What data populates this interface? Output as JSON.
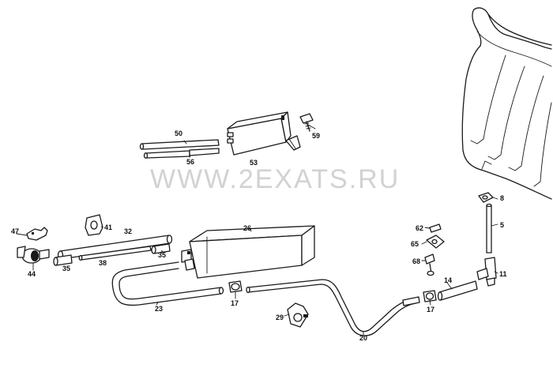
{
  "watermark": "WWW.2EXATS.RU",
  "callouts": [
    {
      "id": "c50",
      "text": "50"
    },
    {
      "id": "c56",
      "text": "56"
    },
    {
      "id": "c53",
      "text": "53"
    },
    {
      "id": "c59",
      "text": "59"
    },
    {
      "id": "c47",
      "text": "47"
    },
    {
      "id": "c44",
      "text": "44"
    },
    {
      "id": "c41",
      "text": "41"
    },
    {
      "id": "c32",
      "text": "32"
    },
    {
      "id": "c35a",
      "text": "35"
    },
    {
      "id": "c35b",
      "text": "35"
    },
    {
      "id": "c38",
      "text": "38"
    },
    {
      "id": "c26",
      "text": "26"
    },
    {
      "id": "c23",
      "text": "23"
    },
    {
      "id": "c17a",
      "text": "17"
    },
    {
      "id": "c29",
      "text": "29"
    },
    {
      "id": "c20",
      "text": "20"
    },
    {
      "id": "c17b",
      "text": "17"
    },
    {
      "id": "c14",
      "text": "14"
    },
    {
      "id": "c11",
      "text": "11"
    },
    {
      "id": "c62",
      "text": "62"
    },
    {
      "id": "c65",
      "text": "65"
    },
    {
      "id": "c68",
      "text": "68"
    },
    {
      "id": "c8",
      "text": "8"
    },
    {
      "id": "c5",
      "text": "5"
    }
  ]
}
